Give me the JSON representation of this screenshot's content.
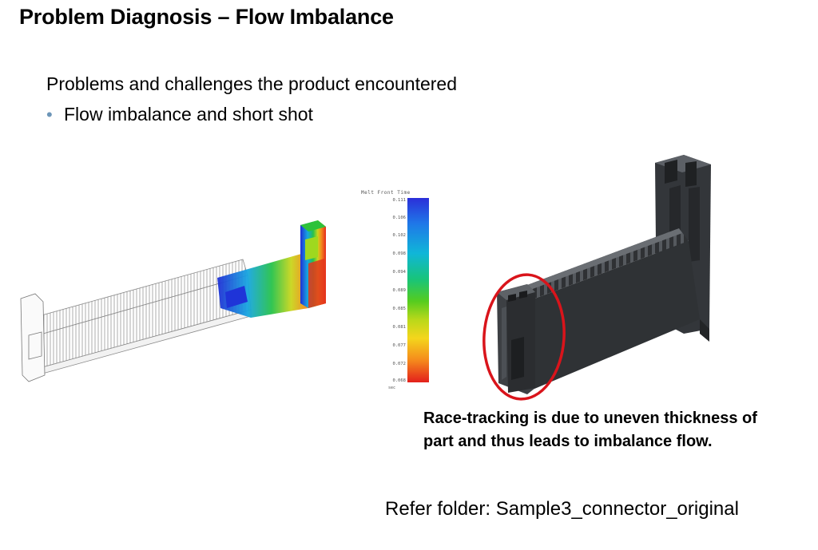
{
  "slide": {
    "title": "Problem Diagnosis – Flow Imbalance",
    "intro": "Problems and challenges the product encountered",
    "bullets": [
      "Flow imbalance and short shot"
    ],
    "note": "Race-tracking is due to uneven thickness of part and thus leads to imbalance flow.",
    "folder_ref": "Refer folder: Sample3_connector_original"
  },
  "legend": {
    "title": "Melt Front Time",
    "ticks": [
      "0.111",
      "0.106",
      "0.102",
      "0.098",
      "0.094",
      "0.089",
      "0.085",
      "0.081",
      "0.077",
      "0.072",
      "0.068"
    ],
    "unit": "sec"
  },
  "colors": {
    "bullet": "#6d96b8",
    "highlight_circle": "#d9141b",
    "part_body": "#3a3d40"
  },
  "icons": {
    "simulation_figure": "connector-melt-front-simulation",
    "cad_figure": "connector-3d-model"
  }
}
